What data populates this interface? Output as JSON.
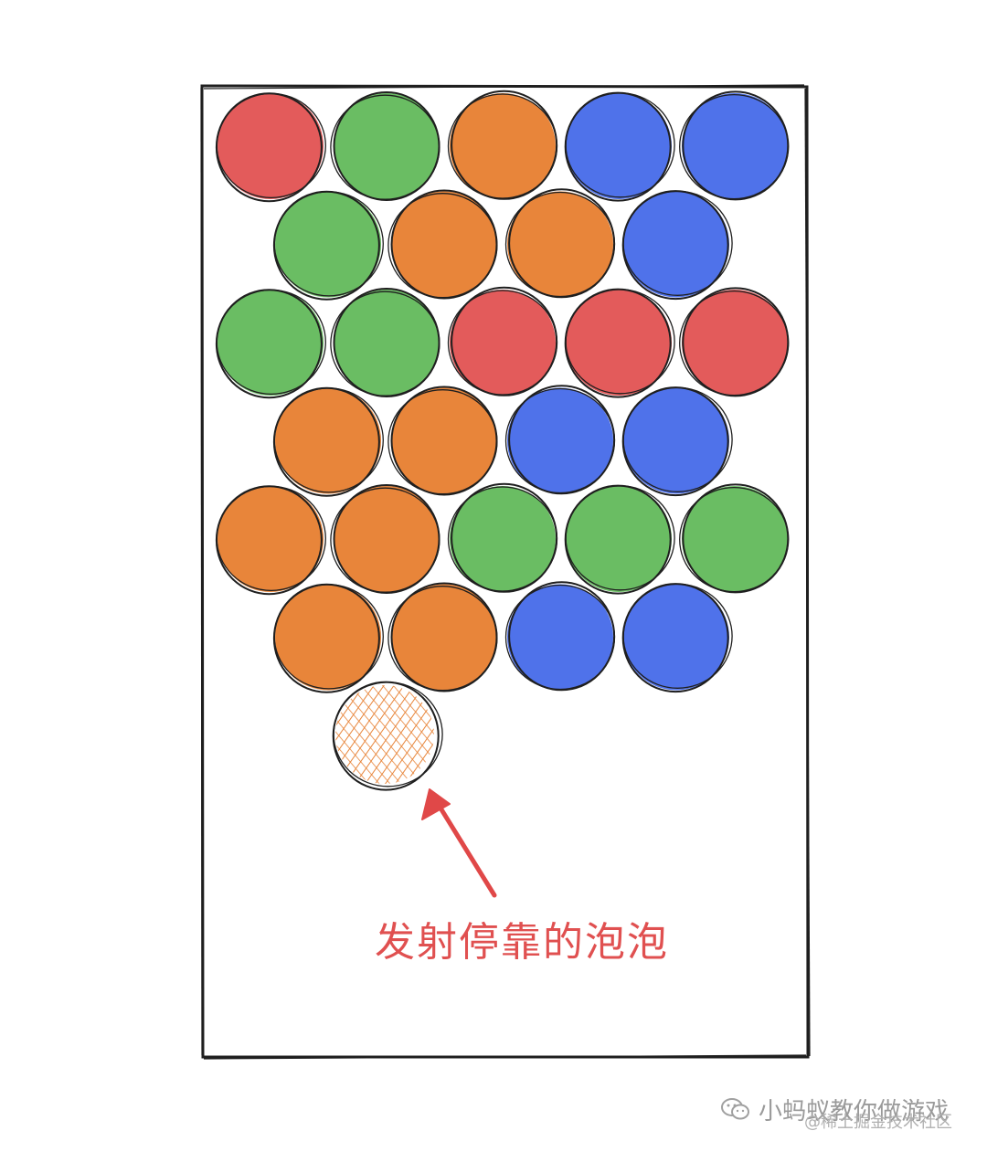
{
  "colors": {
    "red": "#e35b5b",
    "green": "#6abd63",
    "orange": "#e8853a",
    "blue": "#4f72ea",
    "outline": "#1f1f1f",
    "arrow": "#e04848"
  },
  "bubble_grid": [
    [
      "red",
      "green",
      "orange",
      "blue",
      "blue"
    ],
    [
      "green",
      "orange",
      "orange",
      "blue"
    ],
    [
      "green",
      "green",
      "red",
      "red",
      "red"
    ],
    [
      "orange",
      "orange",
      "blue",
      "blue"
    ],
    [
      "orange",
      "orange",
      "green",
      "green",
      "green"
    ],
    [
      "orange",
      "orange",
      "blue",
      "blue"
    ]
  ],
  "landed_bubble": {
    "color": "orange",
    "row": 6,
    "col": 1,
    "style": "hatched"
  },
  "annotation": {
    "text": "发射停靠的泡泡"
  },
  "watermark": {
    "text": "小蚂蚁教你做游戏",
    "sub_text": "@稀土掘金技术社区",
    "icon": "wechat-icon"
  }
}
